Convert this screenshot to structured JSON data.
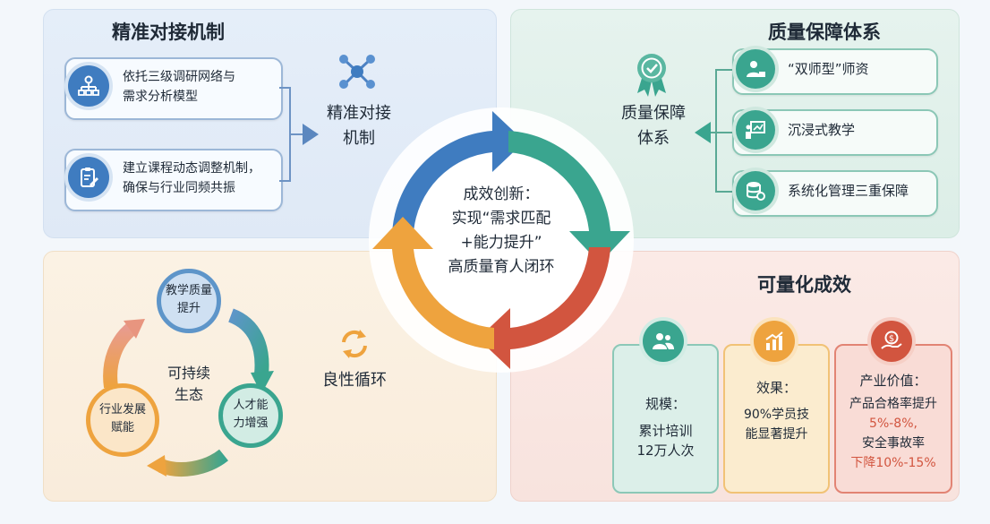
{
  "top_left": {
    "title": "精准对接机制",
    "item1": [
      "依托三级调研网络与",
      "需求分析模型"
    ],
    "item2": [
      "建立课程动态调整机制，",
      "确保与行业同频共振"
    ],
    "side_label": [
      "精准对接",
      "机制"
    ]
  },
  "top_right": {
    "title": "质量保障体系",
    "side_label": [
      "质量保障",
      "体系"
    ],
    "items": [
      "“双师型”师资",
      "沉浸式教学",
      "系统化管理三重保障"
    ]
  },
  "center": {
    "lines": [
      "成效创新：",
      "实现“需求匹配",
      "+能力提升”",
      "高质量育人闭环"
    ]
  },
  "bottom_left": {
    "nodes": {
      "top": [
        "教学质量",
        "提升"
      ],
      "right": [
        "人才能",
        "力增强"
      ],
      "left": [
        "行业发展",
        "赋能"
      ]
    },
    "cycle_center": [
      "可持续",
      "生态"
    ],
    "side_label": "良性循环"
  },
  "bottom_right": {
    "title": "可量化成效",
    "metrics": [
      {
        "title": "规模：",
        "lines": [
          "累计培训",
          "12万人次"
        ]
      },
      {
        "title": "效果：",
        "lines": [
          "90%学员技",
          "能显著提升"
        ]
      },
      {
        "title": "产业价值：",
        "lines": [
          "产品合格率提升",
          "5%-8%,",
          "安全事故率",
          "下降10%-15%"
        ]
      }
    ]
  },
  "colors": {
    "blue": "#3f7cc0",
    "teal": "#3aa58f",
    "red": "#d2553f",
    "orange": "#eea33e"
  }
}
